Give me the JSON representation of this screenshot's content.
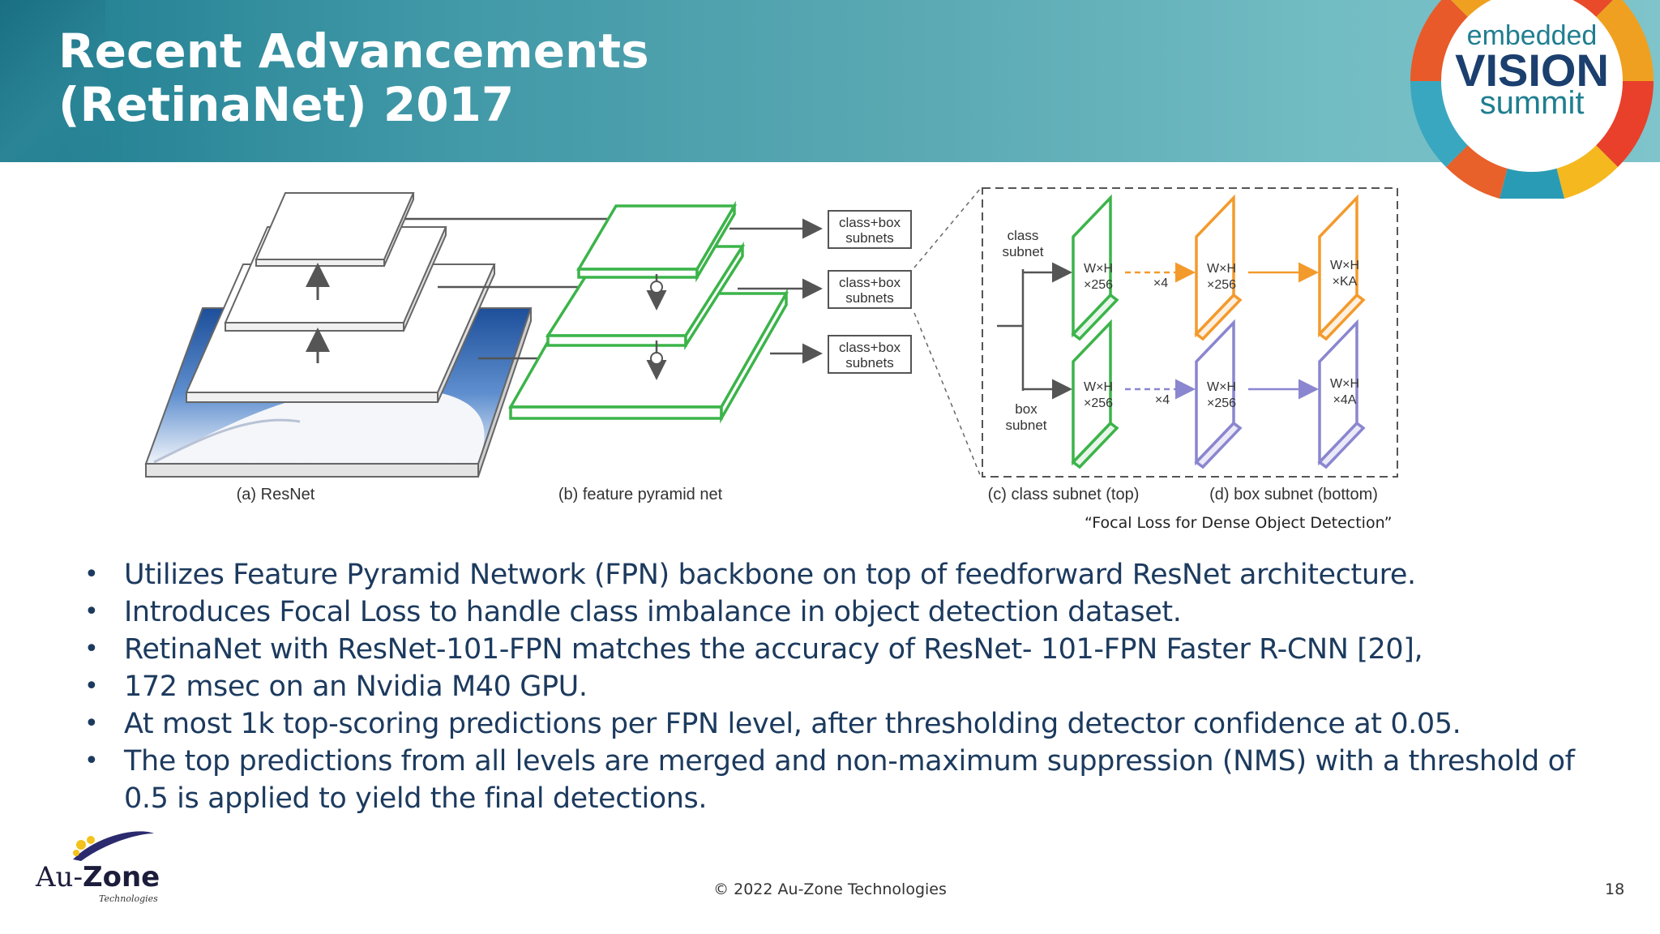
{
  "slide": {
    "title_line1": "Recent Advancements",
    "title_line2": "(RetinaNet) 2017",
    "page_number": "18",
    "copyright": "© 2022 Au-Zone Technologies"
  },
  "summit_logo": {
    "line1": "embedded",
    "line2": "VISION",
    "line3": "summit"
  },
  "company_logo": {
    "name_prefix": "Au-",
    "name_main": "Zone",
    "sub": "Technologies"
  },
  "figure": {
    "captions": {
      "resnet": "(a) ResNet",
      "fpn": "(b) feature pyramid net",
      "class_subnet": "(c) class subnet (top)",
      "box_subnet": "(d) box subnet (bottom)"
    },
    "subnet_box_line1": "class+box",
    "subnet_box_line2": "subnets",
    "class_label_1": "class",
    "class_label_2": "subnet",
    "box_label_1": "box",
    "box_label_2": "subnet",
    "x4": "×4",
    "wh": "W×H",
    "x256": "×256",
    "xKA": "×KA",
    "x4A": "×4A",
    "citation": "“Focal Loss for Dense Object Detection”"
  },
  "bullets": [
    "Utilizes Feature Pyramid Network (FPN) backbone on top of feedforward ResNet architecture.",
    "Introduces Focal Loss to handle class imbalance in object detection dataset.",
    "RetinaNet with ResNet-101-FPN matches the accuracy of ResNet- 101-FPN Faster R-CNN [20],",
    "172 msec on an Nvidia M40 GPU.",
    "At most 1k top-scoring predictions per FPN level, after thresholding detector confidence at 0.05.",
    "The top predictions from all levels are merged and non-maximum suppression (NMS) with a threshold of 0.5 is applied to yield the final detections."
  ],
  "colors": {
    "header_start": "#1f7e90",
    "header_end": "#7ec4ca",
    "fpn_green": "#3cb44a",
    "class_orange": "#f39a2c",
    "box_purple": "#8a86cf",
    "bullet_text": "#1c3a5e"
  }
}
